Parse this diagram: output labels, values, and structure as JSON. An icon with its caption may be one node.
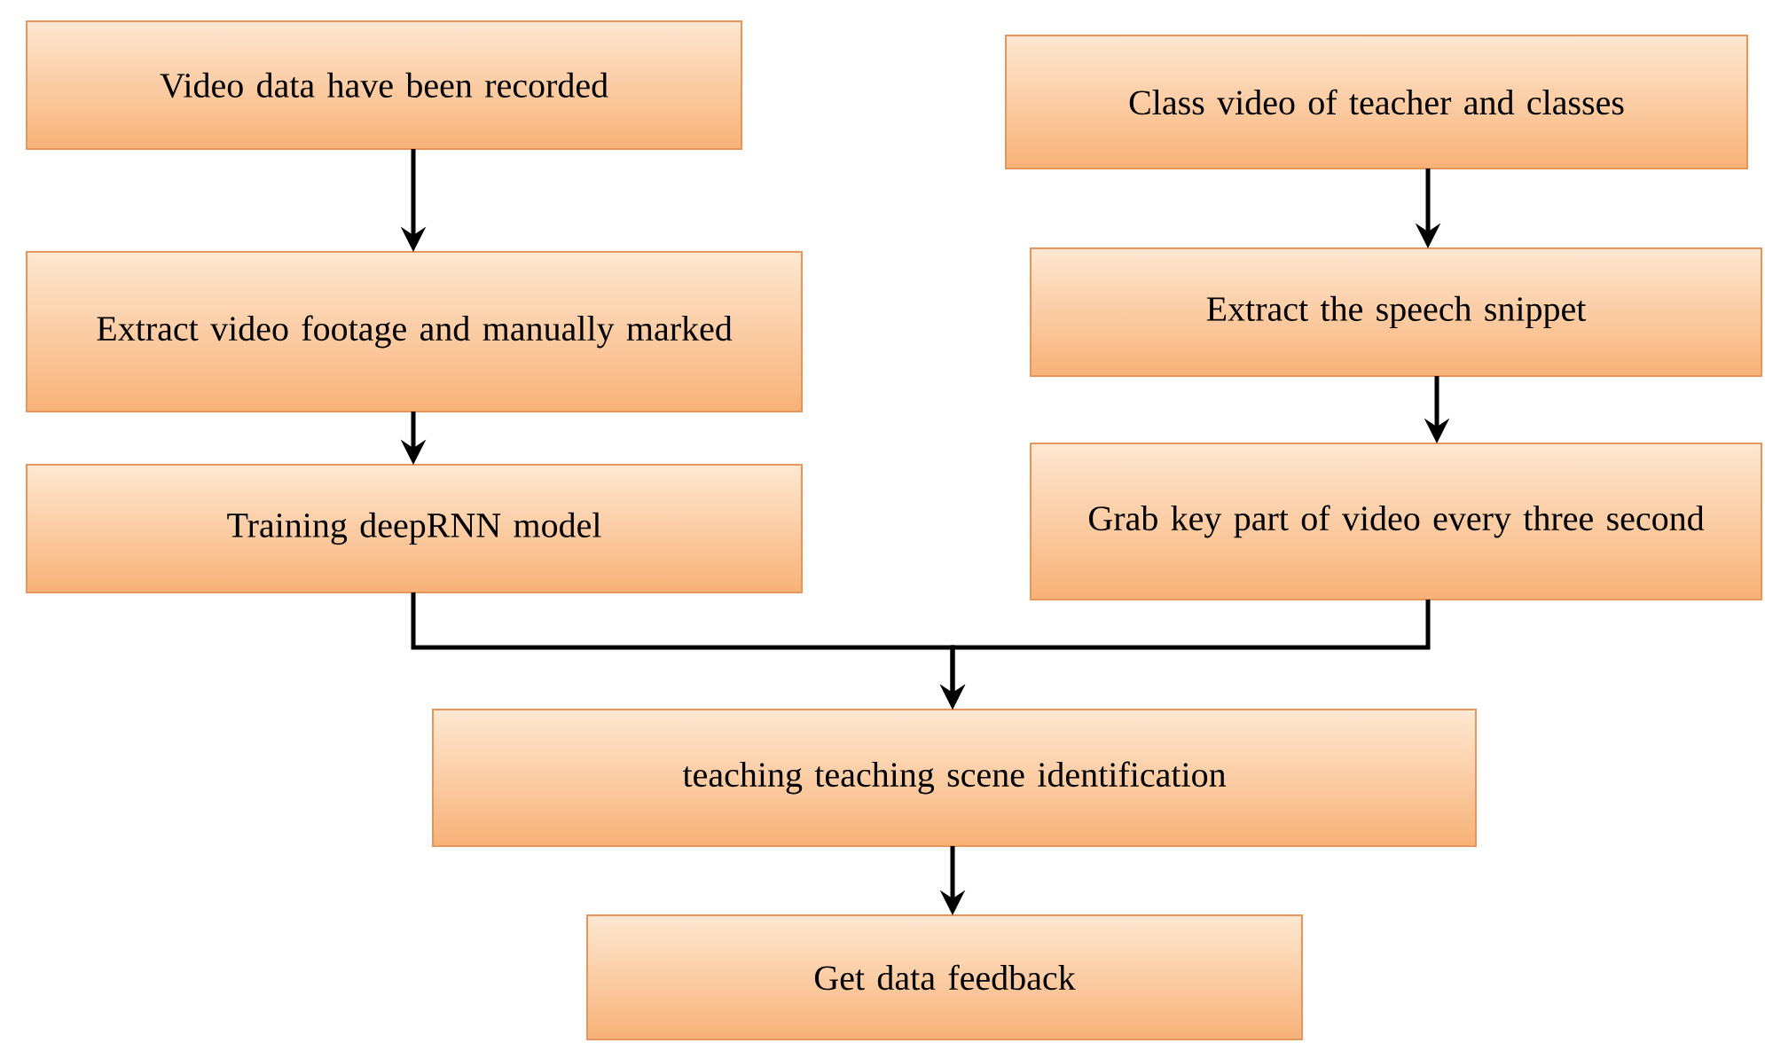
{
  "diagram": {
    "nodes": [
      {
        "text": [
          "Video data have been recorded"
        ]
      },
      {
        "text": [
          "Class video of teacher and classes"
        ]
      },
      {
        "text": [
          "Extract video footage and manually marked"
        ]
      },
      {
        "text": [
          "Extract the speech snippet"
        ]
      },
      {
        "text": [
          "Training deepRNN model"
        ]
      },
      {
        "text": [
          "Grab key part of video every three second"
        ]
      },
      {
        "text": [
          "teaching teaching scene identification"
        ]
      },
      {
        "text": [
          "Get data feedback"
        ]
      }
    ],
    "edges": [
      {
        "from": 0,
        "to": 2,
        "arrow": "to"
      },
      {
        "from": 1,
        "to": 3,
        "arrow": "to"
      },
      {
        "from": 2,
        "to": 4,
        "arrow": "to"
      },
      {
        "from": 3,
        "to": 5,
        "arrow": "to"
      },
      {
        "from": 4,
        "to": 6,
        "arrow": "to"
      },
      {
        "from": 5,
        "to": 6,
        "arrow": "to"
      },
      {
        "from": 6,
        "to": 7,
        "arrow": "to"
      }
    ]
  }
}
